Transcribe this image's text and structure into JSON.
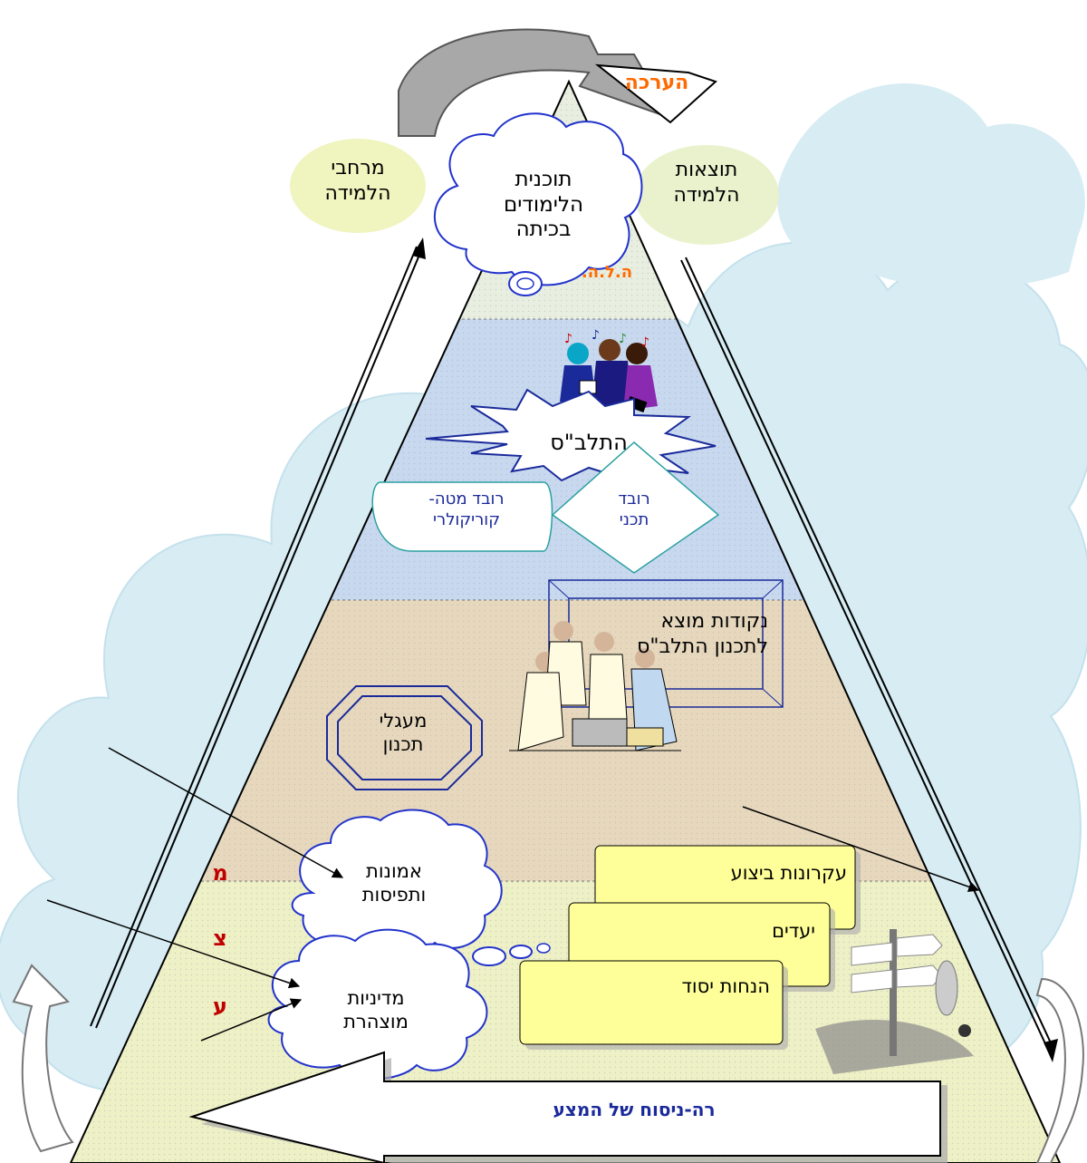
{
  "diagram": {
    "top": {
      "evaluation": "הערכה",
      "curriculum_line1": "תוכנית",
      "curriculum_line2": "הלימודים",
      "curriculum_line3": "בכיתה",
      "hlh": "ה.ל.ה.",
      "spaces_line1": "מרחבי",
      "spaces_line2": "הלמידה",
      "outcomes_line1": "תוצאות",
      "outcomes_line2": "הלמידה"
    },
    "middle": {
      "school_curriculum": "התלב\"ס",
      "content_layer_line1": "רובד",
      "content_layer_line2": "תכני",
      "meta_layer_line1": "רובד מטה-",
      "meta_layer_line2": "קוריקולרי"
    },
    "planning": {
      "starting_points_line1": "נקודות מוצא",
      "starting_points_line2": "לתכנון התלב\"ס",
      "circles_line1": "מעגלי",
      "circles_line2": "תכנון"
    },
    "base": {
      "beliefs_line1": "אמונות",
      "beliefs_line2": "ותפיסות",
      "policy_line1": "מדיניות",
      "policy_line2": "מוצהרת",
      "principles": "עקרונות ביצוע",
      "goals": "יעדים",
      "assumptions": "הנחות יסוד",
      "letter_m": "מ",
      "letter_tz": "צ",
      "letter_a": "ע",
      "reformulation": "רה-ניסוח של המצע"
    },
    "colors": {
      "cloud_bg": "#d7ecf3",
      "band_top": "#e9efe0",
      "band_blue": "#c7d8ef",
      "band_tan": "#e7d8bd",
      "band_base": "#eef0c6",
      "orange": "#ff6a00",
      "red": "#c00000",
      "yellow_box": "#ffff99",
      "navy": "#1a2a9a",
      "teal": "#2aa0a0"
    }
  }
}
